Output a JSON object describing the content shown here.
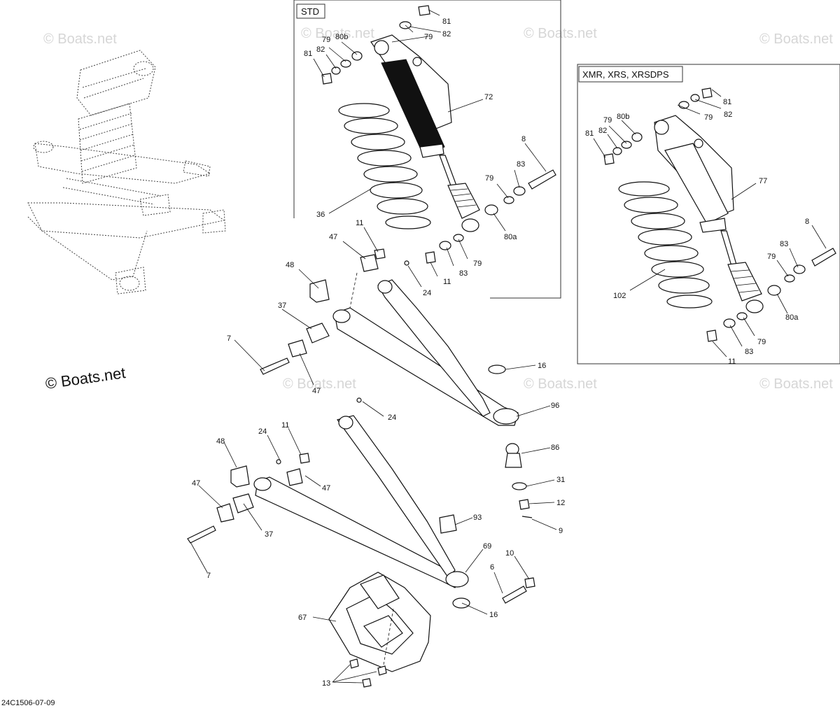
{
  "watermark": "© Boats.net",
  "reference_code": "24C1506-07-09",
  "boxes": {
    "std": {
      "title": "STD"
    },
    "xmr": {
      "title": "XMR, XRS, XRSDPS"
    }
  },
  "callouts": [
    {
      "id": "std-81-top",
      "text": "81"
    },
    {
      "id": "std-82-top",
      "text": "82"
    },
    {
      "id": "std-79-top",
      "text": "79"
    },
    {
      "id": "std-79-left",
      "text": "79"
    },
    {
      "id": "std-80b",
      "text": "80b"
    },
    {
      "id": "std-81-left",
      "text": "81"
    },
    {
      "id": "std-82-left",
      "text": "82"
    },
    {
      "id": "std-72",
      "text": "72"
    },
    {
      "id": "std-8",
      "text": "8"
    },
    {
      "id": "std-83-top",
      "text": "83"
    },
    {
      "id": "std-79-mid",
      "text": "79"
    },
    {
      "id": "std-36",
      "text": "36"
    },
    {
      "id": "std-80a",
      "text": "80a"
    },
    {
      "id": "std-79-low",
      "text": "79"
    },
    {
      "id": "std-83-low",
      "text": "83"
    },
    {
      "id": "std-11-low",
      "text": "11"
    },
    {
      "id": "xmr-81-top",
      "text": "81"
    },
    {
      "id": "xmr-82-top",
      "text": "82"
    },
    {
      "id": "xmr-79-top",
      "text": "79"
    },
    {
      "id": "xmr-79-left",
      "text": "79"
    },
    {
      "id": "xmr-80b",
      "text": "80b"
    },
    {
      "id": "xmr-81-left",
      "text": "81"
    },
    {
      "id": "xmr-82-left",
      "text": "82"
    },
    {
      "id": "xmr-77",
      "text": "77"
    },
    {
      "id": "xmr-8",
      "text": "8"
    },
    {
      "id": "xmr-83-top",
      "text": "83"
    },
    {
      "id": "xmr-79-mid",
      "text": "79"
    },
    {
      "id": "xmr-102",
      "text": "102"
    },
    {
      "id": "xmr-80a",
      "text": "80a"
    },
    {
      "id": "xmr-79-low",
      "text": "79"
    },
    {
      "id": "xmr-83-low",
      "text": "83"
    },
    {
      "id": "xmr-11-low",
      "text": "11"
    },
    {
      "id": "upper-11",
      "text": "11"
    },
    {
      "id": "upper-47-top",
      "text": "47"
    },
    {
      "id": "upper-48",
      "text": "48"
    },
    {
      "id": "upper-24",
      "text": "24"
    },
    {
      "id": "upper-37",
      "text": "37"
    },
    {
      "id": "upper-7",
      "text": "7"
    },
    {
      "id": "upper-47-low",
      "text": "47"
    },
    {
      "id": "upper-16",
      "text": "16"
    },
    {
      "id": "upper-96",
      "text": "96"
    },
    {
      "id": "lower-24-right",
      "text": "24"
    },
    {
      "id": "lower-86",
      "text": "86"
    },
    {
      "id": "lower-24-left",
      "text": "24"
    },
    {
      "id": "lower-11",
      "text": "11"
    },
    {
      "id": "lower-48",
      "text": "48"
    },
    {
      "id": "lower-47-right",
      "text": "47"
    },
    {
      "id": "lower-47-left",
      "text": "47"
    },
    {
      "id": "lower-31",
      "text": "31"
    },
    {
      "id": "lower-12",
      "text": "12"
    },
    {
      "id": "lower-37",
      "text": "37"
    },
    {
      "id": "lower-93",
      "text": "93"
    },
    {
      "id": "lower-9",
      "text": "9"
    },
    {
      "id": "lower-69",
      "text": "69"
    },
    {
      "id": "lower-10",
      "text": "10"
    },
    {
      "id": "lower-6",
      "text": "6"
    },
    {
      "id": "lower-7",
      "text": "7"
    },
    {
      "id": "lower-16",
      "text": "16"
    },
    {
      "id": "lower-67",
      "text": "67"
    },
    {
      "id": "lower-13",
      "text": "13"
    }
  ]
}
